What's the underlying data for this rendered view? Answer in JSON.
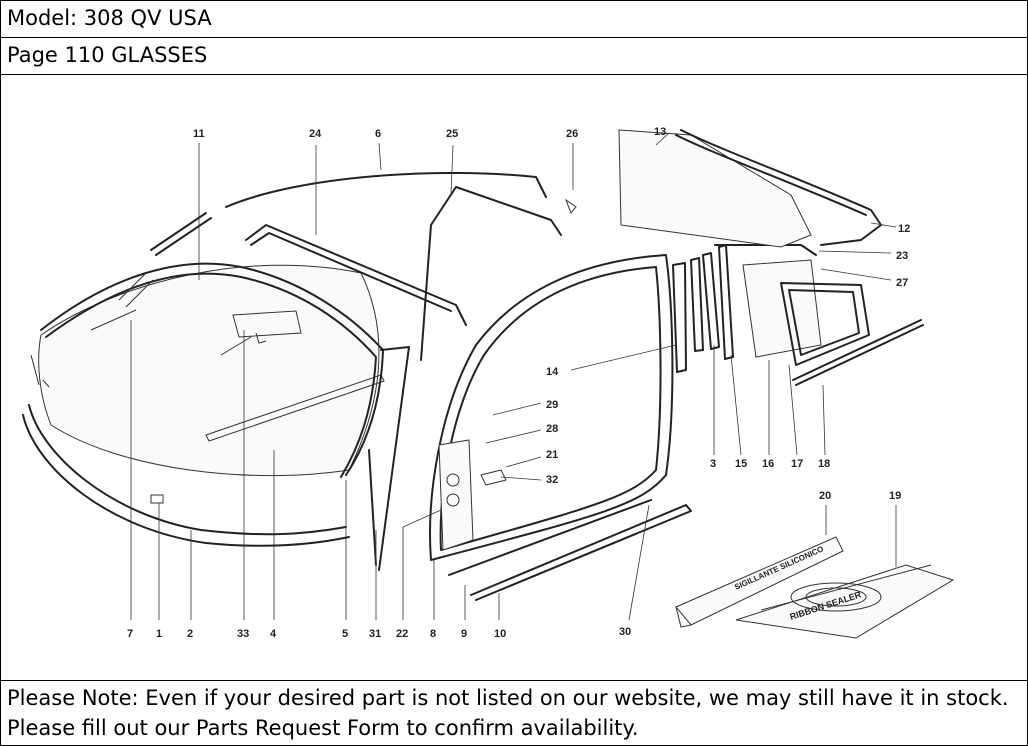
{
  "header": {
    "model": "Model: 308 QV USA",
    "page": "Page 110  GLASSES"
  },
  "diagram": {
    "callouts": [
      "11",
      "24",
      "6",
      "25",
      "26",
      "13",
      "12",
      "23",
      "27",
      "14",
      "29",
      "28",
      "21",
      "32",
      "3",
      "15",
      "16",
      "17",
      "18",
      "20",
      "19",
      "7",
      "1",
      "2",
      "33",
      "4",
      "5",
      "31",
      "22",
      "8",
      "9",
      "10",
      "30"
    ],
    "kit_box_text": "SIGILLANTE SILICONICO",
    "kit_pack_text": "RIBBON SEALER"
  },
  "note": {
    "text": "Please Note: Even if your desired part is not listed on our website, we may still have it in stock. Please fill out our Parts Request Form to confirm availability."
  }
}
